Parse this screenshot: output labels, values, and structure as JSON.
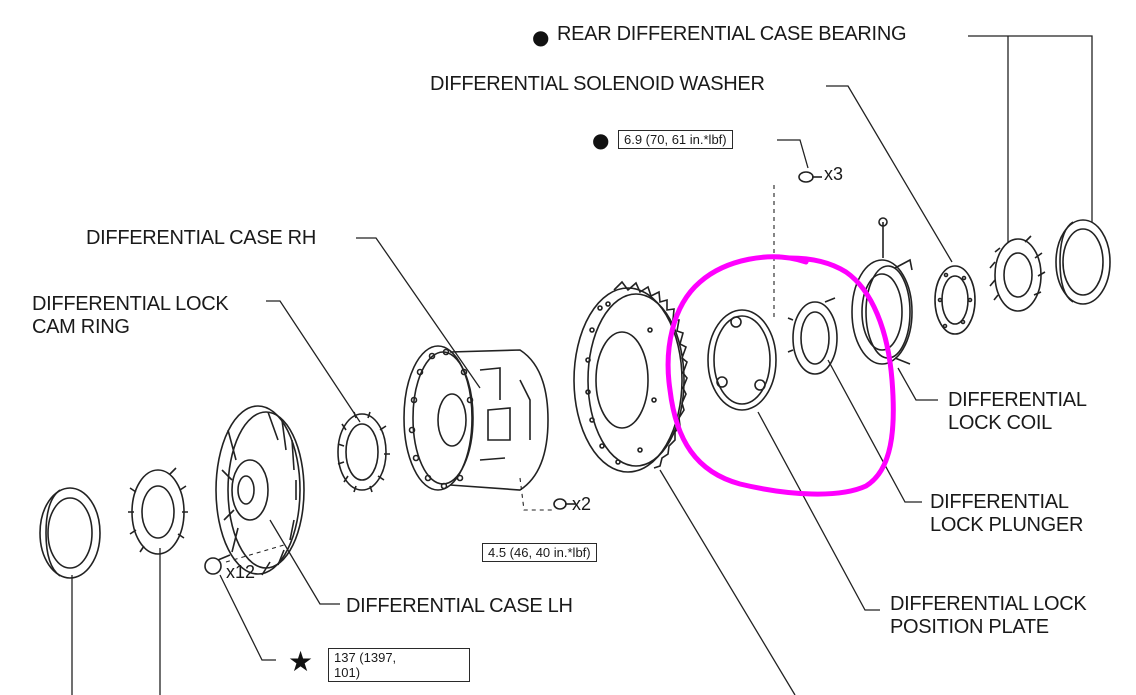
{
  "labels": {
    "rear_case_bearing": "REAR DIFFERENTIAL CASE BEARING",
    "solenoid_washer": "DIFFERENTIAL SOLENOID WASHER",
    "case_rh": "DIFFERENTIAL CASE RH",
    "cam_ring_line1": "DIFFERENTIAL LOCK",
    "cam_ring_line2": "CAM RING",
    "lock_coil_line1": "DIFFERENTIAL",
    "lock_coil_line2": "LOCK COIL",
    "lock_plunger_line1": "DIFFERENTIAL",
    "lock_plunger_line2": "LOCK PLUNGER",
    "case_lh": "DIFFERENTIAL CASE LH",
    "position_plate_line1": "DIFFERENTIAL LOCK",
    "position_plate_line2": "POSITION PLATE"
  },
  "torque_specs": {
    "top": "6.9 (70, 61 in.*lbf)",
    "middle": "4.5 (46, 40 in.*lbf)",
    "bottom_line1": "137 (1397,",
    "bottom_line2": "101)"
  },
  "quantities": {
    "top_bolts": "x3",
    "middle_bolts": "x2",
    "ring_gear_bolts": "x12"
  },
  "symbols": {
    "bullet": "●",
    "star": "★"
  },
  "colors": {
    "ink": "#1a1a1a",
    "highlight": "#ff00ff"
  },
  "icons": [
    "bolt-icon",
    "bullet-icon",
    "star-icon"
  ]
}
